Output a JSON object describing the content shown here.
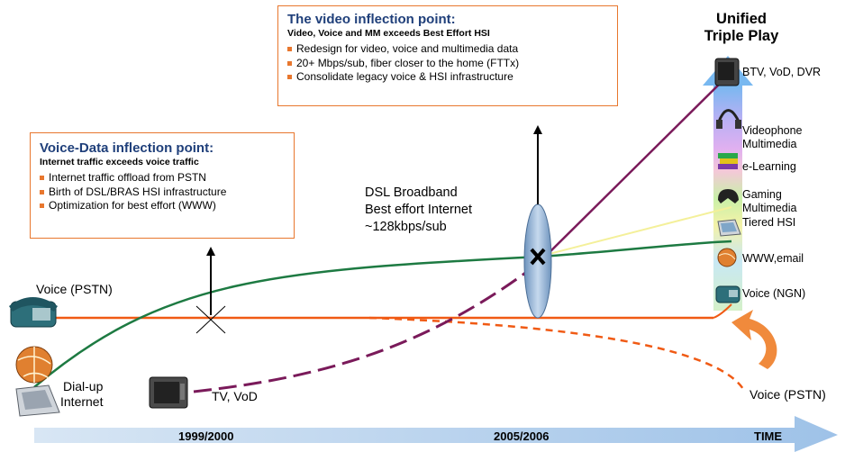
{
  "video_box": {
    "title": "The video inflection point:",
    "subtitle": "Video, Voice and MM exceeds Best Effort HSI",
    "bullets": [
      "Redesign for video, voice and multimedia data",
      "20+ Mbps/sub, fiber closer to the home (FTTx)",
      "Consolidate legacy voice & HSI infrastructure"
    ]
  },
  "voice_box": {
    "title": "Voice-Data inflection point:",
    "subtitle": "Internet traffic exceeds voice traffic",
    "bullets": [
      "Internet traffic offload from PSTN",
      "Birth of DSL/BRAS HSI infrastructure",
      "Optimization for best effort (WWW)"
    ]
  },
  "unified": {
    "line1": "Unified",
    "line2": "Triple Play"
  },
  "dsl": {
    "line1": "DSL Broadband",
    "line2": "Best effort Internet",
    "line3": "~128kbps/sub"
  },
  "left_labels": {
    "voice_pstn": "Voice (PSTN)",
    "dialup_1": "Dial-up",
    "dialup_2": "Internet",
    "tv": "TV, VoD"
  },
  "right_labels": {
    "voice_pstn": "Voice (PSTN)"
  },
  "services": [
    {
      "name": "tv-icon",
      "text": "BTV, VoD, DVR"
    },
    {
      "name": "headset-icon",
      "text": "Videophone\nMultimedia"
    },
    {
      "name": "books-icon",
      "text": "e-Learning"
    },
    {
      "name": "gamepad-icon",
      "text": "Gaming\nMultimedia"
    },
    {
      "name": "laptop-icon",
      "text": "Tiered HSI"
    },
    {
      "name": "globe-icon",
      "text": "WWW,email"
    },
    {
      "name": "phone-icon",
      "text": "Voice (NGN)"
    }
  ],
  "timeline": {
    "t1": "1999/2000",
    "t2": "2005/2006",
    "t3": "TIME"
  },
  "colors": {
    "accent": "#e8772e",
    "title_blue": "#1f3f7a",
    "voice_line": "#f05a14",
    "internet_line": "#1d7a42",
    "video_line": "#7a1a5a",
    "hsi_line": "#f4f09a"
  }
}
